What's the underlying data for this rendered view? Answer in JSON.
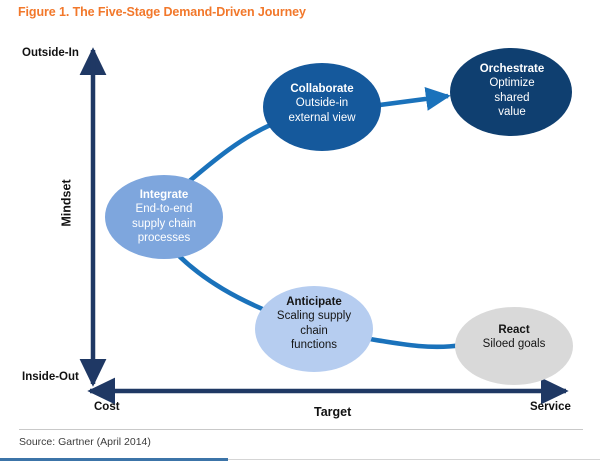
{
  "figure": {
    "title": "Figure 1. The Five-Stage Demand-Driven Journey",
    "title_color": "#f2782b",
    "source": "Source: Gartner (April 2014)"
  },
  "axes": {
    "y": {
      "name": "Mindset",
      "top_label": "Outside-In",
      "bottom_label": "Inside-Out",
      "color": "#1f3864"
    },
    "x": {
      "name": "Target",
      "left_label": "Cost",
      "right_label": "Service",
      "color": "#1f3864"
    }
  },
  "chart_data": {
    "type": "diagram",
    "title": "Figure 1. The Five-Stage Demand-Driven Journey",
    "xlabel": "Target",
    "ylabel": "Mindset",
    "x_axis_ticks": [
      "Cost",
      "Service"
    ],
    "y_axis_ticks": [
      "Inside-Out",
      "Outside-In"
    ],
    "grid": false,
    "legend": "none",
    "nodes": [
      {
        "id": "integrate",
        "title": "Integrate",
        "desc": "End-to-end supply chain processes",
        "fill": "#7ea6dd",
        "text_tone": "light",
        "stage": 3
      },
      {
        "id": "collaborate",
        "title": "Collaborate",
        "desc": "Outside-in external view",
        "fill": "#15599c",
        "text_tone": "light",
        "stage": 4
      },
      {
        "id": "orchestrate",
        "title": "Orchestrate",
        "desc": "Optimize shared value",
        "fill": "#0f3f70",
        "text_tone": "light",
        "stage": 5
      },
      {
        "id": "anticipate",
        "title": "Anticipate",
        "desc": "Scaling supply chain functions",
        "fill": "#b6cdf0",
        "text_tone": "dark",
        "stage": 2
      },
      {
        "id": "react",
        "title": "React",
        "desc": "Siloed goals",
        "fill": "#d9d9d9",
        "text_tone": "dark",
        "stage": 1
      }
    ],
    "connectors": [
      {
        "from": "react",
        "to": "anticipate",
        "arrow": false,
        "color": "#1a72bb"
      },
      {
        "from": "anticipate",
        "to": "integrate",
        "arrow": false,
        "color": "#1a72bb"
      },
      {
        "from": "integrate",
        "to": "collaborate",
        "arrow": false,
        "color": "#1a72bb"
      },
      {
        "from": "collaborate",
        "to": "orchestrate",
        "arrow": true,
        "color": "#1a72bb"
      }
    ]
  },
  "nodes": {
    "integrate": {
      "title": "Integrate",
      "line1": "End-to-end",
      "line2": "supply chain",
      "line3": "processes"
    },
    "collaborate": {
      "title": "Collaborate",
      "line1": "Outside-in",
      "line2": "external view",
      "line3": ""
    },
    "orchestrate": {
      "title": "Orchestrate",
      "line1": "Optimize",
      "line2": "shared",
      "line3": "value"
    },
    "anticipate": {
      "title": "Anticipate",
      "line1": "Scaling supply",
      "line2": "chain",
      "line3": "functions"
    },
    "react": {
      "title": "React",
      "line1": "Siloed goals",
      "line2": "",
      "line3": ""
    }
  }
}
